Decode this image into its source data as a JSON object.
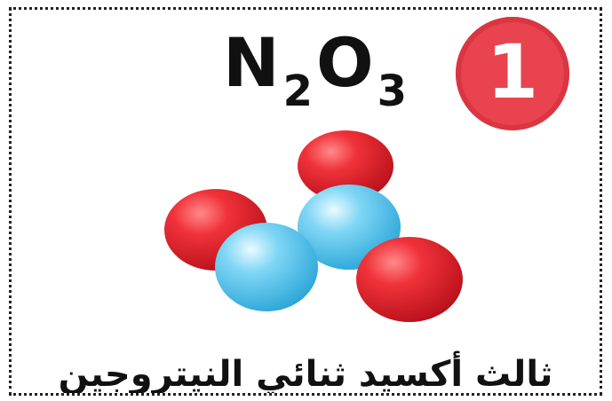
{
  "card": {
    "formula": {
      "n_symbol": "N",
      "n_count": "2",
      "o_symbol": "O",
      "o_count": "3"
    },
    "number_badge": "1",
    "compound_name": "ثالث أكسيد ثنائي النيتروجين"
  },
  "colors": {
    "oxygen": "#e8202a",
    "nitrogen": "#4cc4ee",
    "badge": "#e8434f"
  }
}
